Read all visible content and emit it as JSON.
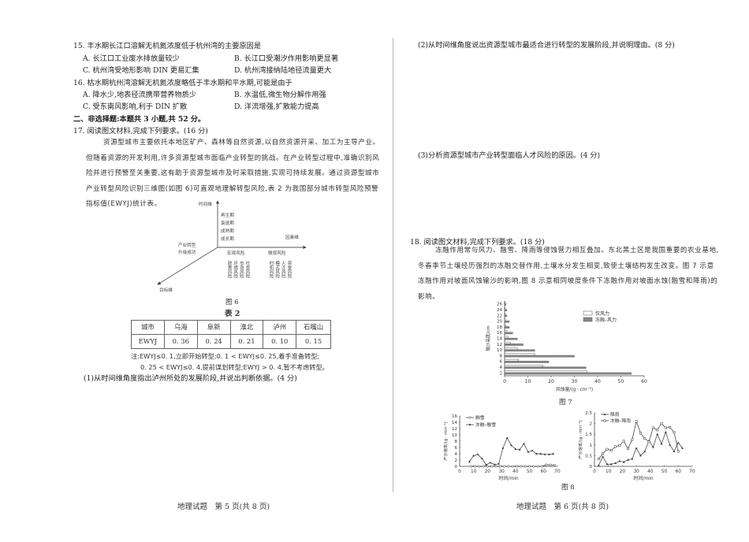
{
  "left_page": {
    "q15": {
      "stem": "15. 丰水期长江口溶解无机氮浓度低于杭州湾的主要原因是",
      "options": [
        "A. 长江口工业废水排放量较少",
        "B. 长江口受潮汐作用影响更显著",
        "C. 杭州湾受地形影响 DIN 更易汇集",
        "D. 杭州湾接纳陆地径流量更大"
      ]
    },
    "q16": {
      "stem": "16. 枯水期杭州湾溶解无机氮浓度略低于丰水期和平水期,可能是由于",
      "options": [
        "A. 降水少,地表径流携带营养物质少",
        "B. 水温低,微生物分解作用强",
        "C. 受东南风影响,利于 DIN 扩散",
        "D. 洋流增强,扩散能力提高"
      ]
    },
    "section2": "二、非选择题:本题共 3 小题,共 52 分。",
    "q17": {
      "stem": "17. 阅读图文材料,完成下列要求。(16 分)",
      "material": "资源型城市主要依托本地区矿产、森林等自然资源,以自然资源开采、加工为主导产业。但随着资源的开发利用,许多资源型城市面临产业转型的挑战。在产业转型过程中,准确识别风险并进行预警至关重要,这有助于资源型城市及时采取措施,实现可持续发展。通过资源型城市产业转型风险识别三维图(如图 6)可直观地理解转型风险,表 2 为我国部分城市转型风险预警指标值(EWYJ)统计表。",
      "figure6": {
        "caption": "图 6",
        "time_axis_label": "时间维",
        "factor_axis_label": "因素维",
        "goal_axis_label": "目标维",
        "stages": [
          "再生期",
          "衰退期",
          "成熟期",
          "成长期"
        ],
        "goal_label_1": "产业转型",
        "goal_label_2": "升级成功",
        "macro_title": "宏观风险",
        "macro_items": [
          "政策风险",
          "环境风险",
          "市场风险",
          "社会风险"
        ],
        "micro_title": "微观风险",
        "micro_items": [
          "时机风险",
          "模式风险",
          "人才风险",
          "资金风险"
        ]
      },
      "table2": {
        "title": "表 2",
        "header": [
          "城市",
          "乌海",
          "阜新",
          "淮北",
          "泸州",
          "石嘴山"
        ],
        "row": [
          "EWYJ",
          "0. 36",
          "0. 24",
          "0. 21",
          "0. 10",
          "0. 15"
        ],
        "note_line1": "注:EWYJ≤0. 1,立即开始转型;0. 1 < EWYJ≤0. 25,着手准备转型;",
        "note_line2": "0. 25 < EWYJ≤0. 4,提前谋划转型;EWYJ > 0. 4,暂不考虑转型。"
      },
      "sub1": "(1)从时间维角度指出泸州所处的发展阶段,并说出判断依据。(4 分)"
    },
    "footer": "地理试题　第 5 页(共 8 页)"
  },
  "right_page": {
    "sub2": "(2)从时间维角度说出资源型城市最适合进行转型的发展阶段,并说明理由。(8 分)",
    "sub3": "(3)分析资源型城市产业转型面临人才风险的原因。(4 分)",
    "q18": {
      "stem": "18. 阅读图文材料,完成下列要求。(18 分)",
      "material": "冻融作用常与风力、融雪、降雨等侵蚀营力相互叠加。东北黑土区是我国重要的农业基地,冬春季节土壤经历强烈的冻融交替作用,土壤水分发生相变,致使土壤结构发生改变。图 7 示意冻融作用对坡面风蚀输沙的影响,图 8 示意相同坡度条件下冻融作用对坡面水蚀(融雪和降雨)的影响。",
      "figure7_caption": "图 7",
      "figure8_caption": "图 8"
    },
    "footer": "地理试题　第 6 页(共 8 页)"
  },
  "chart_data": [
    {
      "type": "bar",
      "orientation": "horizontal",
      "title": "图 7",
      "xlabel": "风蚀量/(g · cm⁻²)",
      "ylabel": "输沙高度/cm",
      "xlim": [
        0,
        60
      ],
      "xticks": [
        0,
        10,
        20,
        30,
        40,
        50,
        60
      ],
      "categories": [
        2,
        4,
        6,
        8,
        10,
        12,
        14,
        16,
        18,
        20,
        22,
        24,
        26
      ],
      "legend": [
        "仅风力",
        "冻融–风力"
      ],
      "series": [
        {
          "name": "仅风力",
          "values": [
            35.5,
            16.5,
            6,
            13,
            5.5,
            2.5,
            1.5,
            1,
            0.5,
            0.4,
            0.3,
            0.2,
            0.2
          ]
        },
        {
          "name": "冻融–风力",
          "values": [
            54.5,
            35,
            19,
            30,
            13,
            8,
            5.5,
            3.5,
            2,
            2,
            1,
            1,
            0.6
          ]
        }
      ]
    },
    {
      "type": "line",
      "title": "图 8 (融雪)",
      "xlabel": "时间/min",
      "ylabel": "产沙速率/(g · min⁻¹)",
      "xlim": [
        0,
        70
      ],
      "ylim": [
        0,
        16
      ],
      "xticks": [
        0,
        10,
        20,
        30,
        40,
        50,
        60,
        70
      ],
      "yticks": [
        0,
        2,
        4,
        6,
        8,
        10,
        12,
        14,
        16
      ],
      "legend": [
        "融雪",
        "冻融–融雪"
      ],
      "series": [
        {
          "name": "融雪",
          "x": [
            8,
            11,
            14,
            17,
            20,
            23,
            26,
            29,
            32,
            35,
            38,
            41,
            44,
            47,
            50,
            53,
            56,
            59,
            62,
            65,
            68
          ],
          "values": [
            0,
            0,
            0,
            0,
            0,
            0,
            0,
            0,
            0,
            0,
            0,
            0,
            0,
            0,
            0,
            0,
            0,
            0,
            0.5,
            0.5,
            0.4
          ]
        },
        {
          "name": "冻融–融雪",
          "x": [
            7,
            10,
            13,
            16,
            19,
            22,
            25,
            28,
            31,
            34,
            37,
            40,
            43,
            46,
            49,
            52,
            55,
            58,
            61,
            64,
            67
          ],
          "values": [
            1.5,
            3.4,
            3.8,
            2.5,
            0.5,
            1.2,
            0.6,
            0.8,
            5.8,
            9,
            6.7,
            5.5,
            5.3,
            7.2,
            4.6,
            5,
            4,
            4,
            3.8,
            3.8,
            4
          ]
        }
      ]
    },
    {
      "type": "line",
      "title": "图 8 (降雨)",
      "xlabel": "时间/min",
      "ylabel": "产沙速率/(g · min⁻¹)",
      "xlim": [
        0,
        70
      ],
      "ylim": [
        0,
        2.5
      ],
      "xticks": [
        0,
        10,
        20,
        30,
        40,
        50,
        60,
        70
      ],
      "yticks": [
        0,
        0.5,
        1.0,
        1.5,
        2.0,
        2.5
      ],
      "legend": [
        "降雨",
        "冻融–降雨"
      ],
      "series": [
        {
          "name": "降雨",
          "x": [
            3,
            6,
            9,
            12,
            15,
            18,
            21,
            24,
            27,
            30,
            33,
            36,
            39,
            42,
            45,
            48,
            51,
            54,
            57,
            60,
            63
          ],
          "values": [
            0.05,
            0.45,
            0.1,
            0.1,
            0.15,
            0.25,
            0.2,
            0.3,
            0.35,
            0.85,
            0.5,
            0.7,
            1.2,
            0.9,
            1.5,
            1.05,
            1.6,
            1.0,
            0.7,
            1.1,
            0.85
          ]
        },
        {
          "name": "冻融–降雨",
          "x": [
            3,
            6,
            9,
            12,
            15,
            18,
            21,
            24,
            27,
            30,
            33,
            36,
            39,
            42,
            45,
            48,
            51,
            54,
            57,
            60
          ],
          "values": [
            0.35,
            0.6,
            0.8,
            0.75,
            0.92,
            0.98,
            1.18,
            0.82,
            1.25,
            2.1,
            1.55,
            1.3,
            1.15,
            1.8,
            1.7,
            2.0,
            1.8,
            1.82,
            1.6,
            0.7
          ]
        }
      ]
    }
  ]
}
